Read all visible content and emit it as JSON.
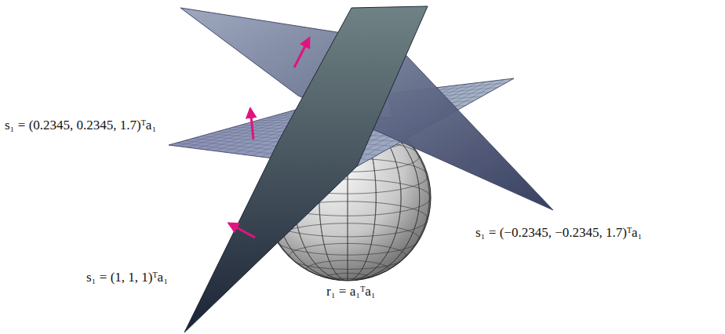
{
  "diagram": {
    "labels": [
      "s₁ = (0.2345, 0.2345, 1.7)ᵀa₁",
      "s₁ = (−0.2345, −0.2345, 1.7)ᵀa₁",
      "s₁ = (1, 1, 1)ᵀa₁",
      "r₁ = a₁ᵀa₁"
    ]
  }
}
